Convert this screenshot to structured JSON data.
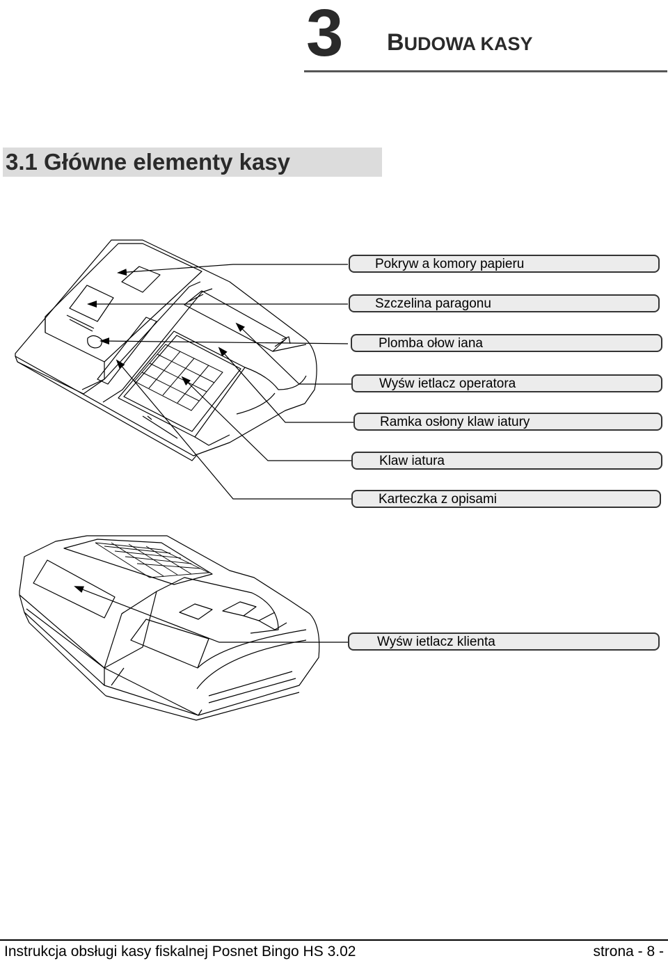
{
  "chapter": {
    "number": "3",
    "title_first_letter": "B",
    "title_rest": "udowa kasy"
  },
  "section": {
    "title": "3.1  Główne elementy kasy"
  },
  "callouts_top": [
    "Pokryw a komory papieru",
    "Szczelina paragonu",
    "Plomba ołow iana",
    "Wyśw ietlacz operatora",
    "Ramka osłony klaw iatury",
    "Klaw iatura",
    "Karteczka z opisami"
  ],
  "callouts_bottom": [
    "Wyśw ietlacz klienta"
  ],
  "footer": {
    "left": "Instrukcja obsługi kasy fiskalnej Posnet Bingo HS 3.02",
    "right": "strona  - 8 -"
  }
}
